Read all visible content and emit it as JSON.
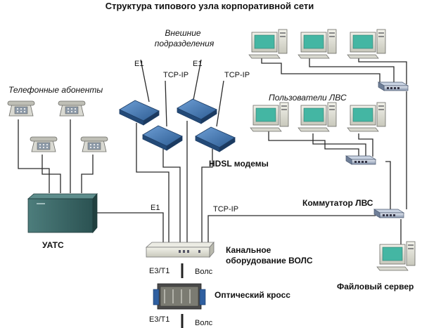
{
  "diagram": {
    "title": "Структура типового узла корпоративной сети",
    "labels": {
      "phone_subscribers": "Телефонные абоненты",
      "external_units_line1": "Внешние",
      "external_units_line2": "подразделения",
      "lan_users": "Пользователи ЛВС",
      "hdsl_modems": "HDSL модемы",
      "uats": "УАТС",
      "lan_switch": "Коммутатор ЛВС",
      "channel_equipment_line1": "Канальное",
      "channel_equipment_line2": "оборудование ВОЛС",
      "optical_cross": "Оптический кросс",
      "file_server": "Файловый сервер",
      "e1_left": "E1",
      "e1_right": "E1",
      "tcpip_left": "TCP-IP",
      "tcpip_right": "TCP-IP",
      "e1_pbx": "E1",
      "tcpip_switch": "TCP-IP",
      "e3t1_top": "E3/T1",
      "e3t1_bottom": "E3/T1",
      "vols_top": "Волс",
      "vols_bottom": "Волс"
    },
    "colors": {
      "modem_blue": "#2d5c92",
      "pbx_teal": "#3e6b6b",
      "monitor_screen": "#44b6a3",
      "line": "#2a2a2a"
    }
  }
}
